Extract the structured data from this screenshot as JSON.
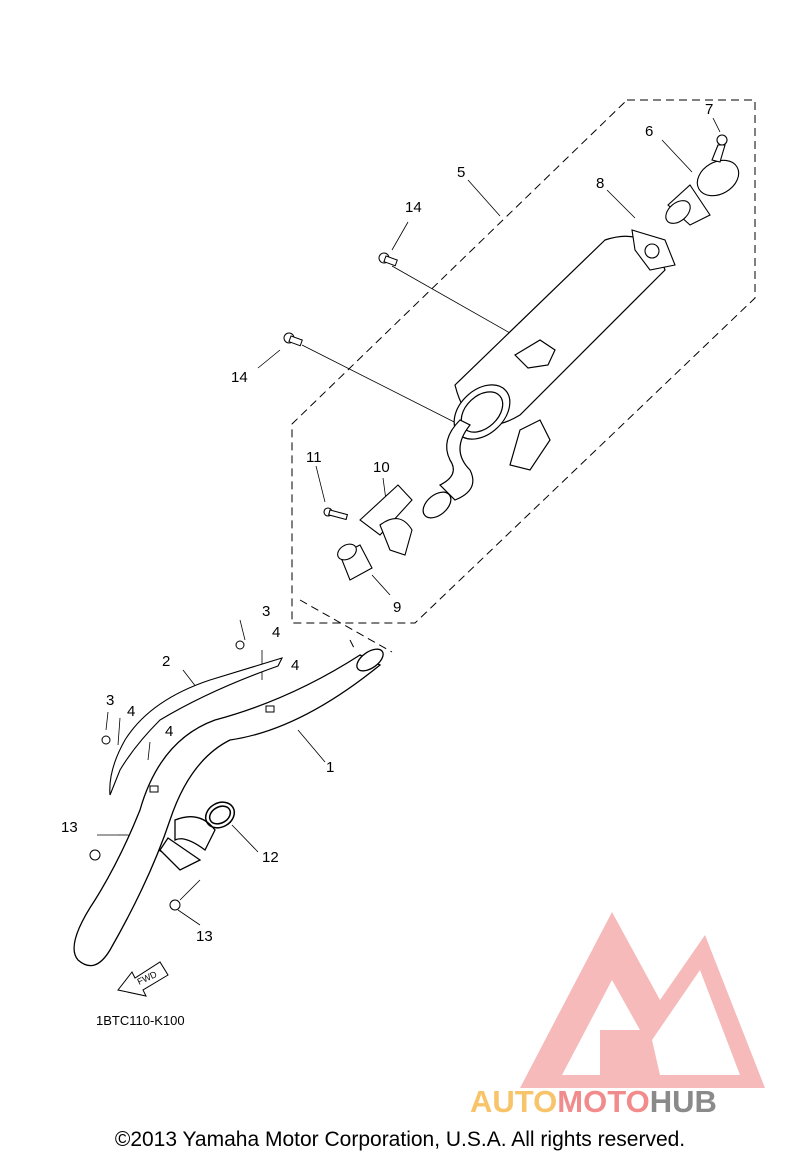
{
  "diagram": {
    "callouts": [
      {
        "id": "c1",
        "text": "1"
      },
      {
        "id": "c2",
        "text": "2"
      },
      {
        "id": "c3a",
        "text": "3"
      },
      {
        "id": "c3b",
        "text": "3"
      },
      {
        "id": "c4a",
        "text": "4"
      },
      {
        "id": "c4b",
        "text": "4"
      },
      {
        "id": "c4c",
        "text": "4"
      },
      {
        "id": "c4d",
        "text": "4"
      },
      {
        "id": "c5",
        "text": "5"
      },
      {
        "id": "c6",
        "text": "6"
      },
      {
        "id": "c7",
        "text": "7"
      },
      {
        "id": "c8",
        "text": "8"
      },
      {
        "id": "c9",
        "text": "9"
      },
      {
        "id": "c10",
        "text": "10"
      },
      {
        "id": "c11",
        "text": "11"
      },
      {
        "id": "c12",
        "text": "12"
      },
      {
        "id": "c13a",
        "text": "13"
      },
      {
        "id": "c13b",
        "text": "13"
      },
      {
        "id": "c14a",
        "text": "14"
      },
      {
        "id": "c14b",
        "text": "14"
      }
    ],
    "fwd_label": "FWD",
    "diagram_code": "1BTC110-K100"
  },
  "watermark": {
    "part1": "AUTO",
    "part2": "MOTO",
    "part3": "HUB",
    "colors": {
      "auto": "#f7c46a",
      "moto": "#f28b8b",
      "hub": "#8a8a8a",
      "triangle": "#f4a3a3"
    }
  },
  "footer": {
    "copyright": "©2013 Yamaha Motor Corporation, U.S.A. All rights reserved."
  }
}
